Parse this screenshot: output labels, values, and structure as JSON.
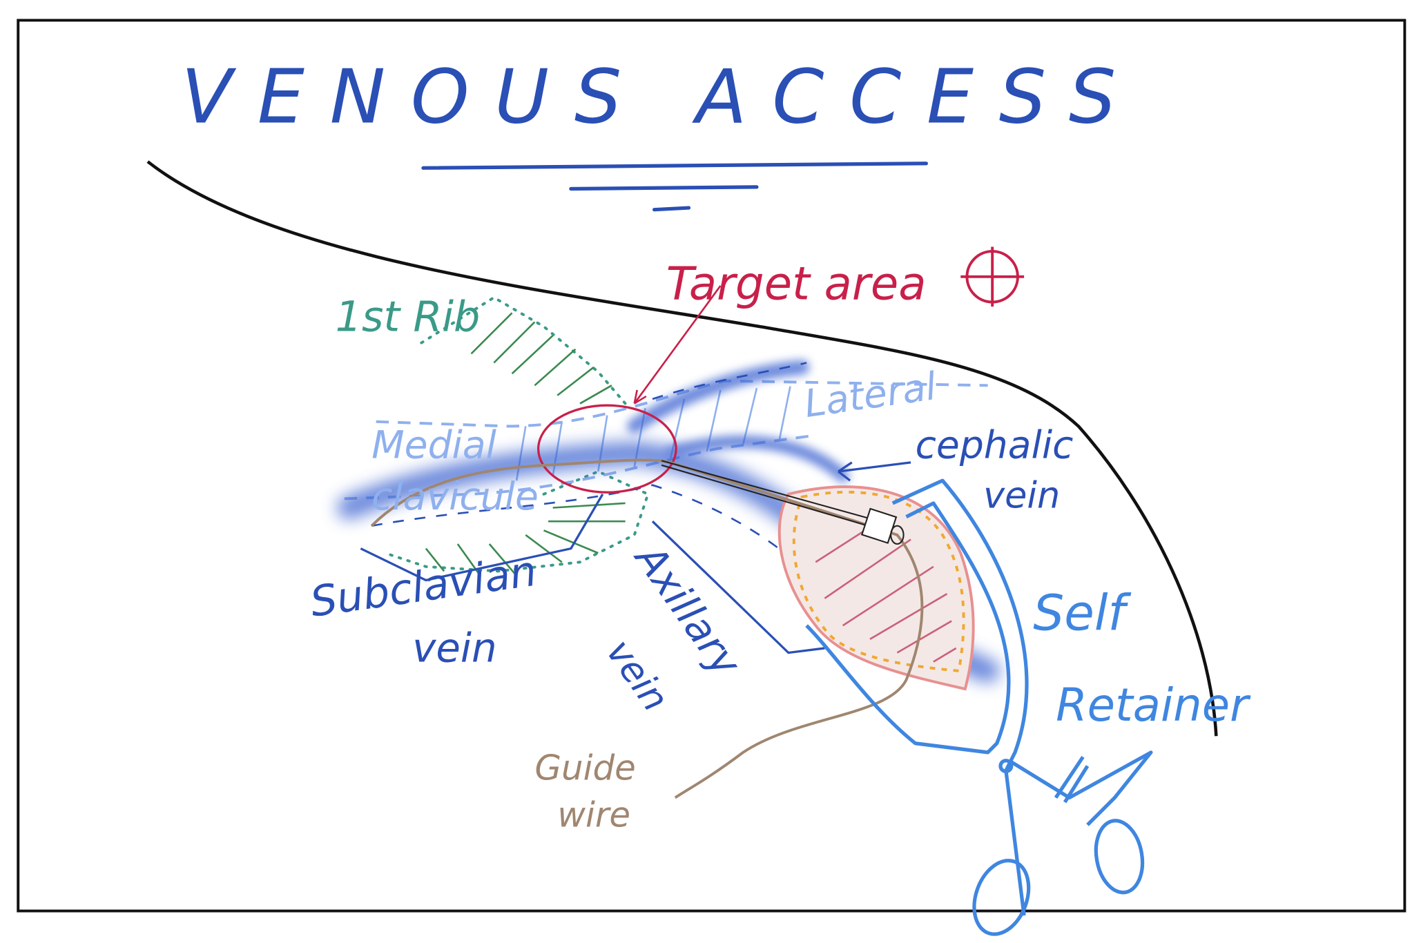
{
  "title": "VENOUS ACCESS",
  "labels": {
    "target_area": "Target area",
    "first_rib": "1st Rib",
    "medial": "Medial",
    "clavicule": "clavicule",
    "lateral": "Lateral",
    "cephalic": "cephalic",
    "cephalic_vein": "vein",
    "subclavian": "Subclavian",
    "subclavian_vein": "vein",
    "axillary": "Axillary",
    "axillary_vein": "vein",
    "self": "Self",
    "retainer": "Retainer",
    "guide": "Guide",
    "wire": "wire"
  },
  "colors": {
    "ink_blue": "#2a4fb5",
    "light_blue": "#8fb0ee",
    "target_red": "#c8204a",
    "rib_green": "#3a9a88",
    "wire_brown": "#a08670",
    "retractor_blue": "#3f86e0",
    "wound_pink": "#e89090",
    "wound_orange": "#f0a830"
  },
  "icons": [
    "crosshair-icon"
  ]
}
